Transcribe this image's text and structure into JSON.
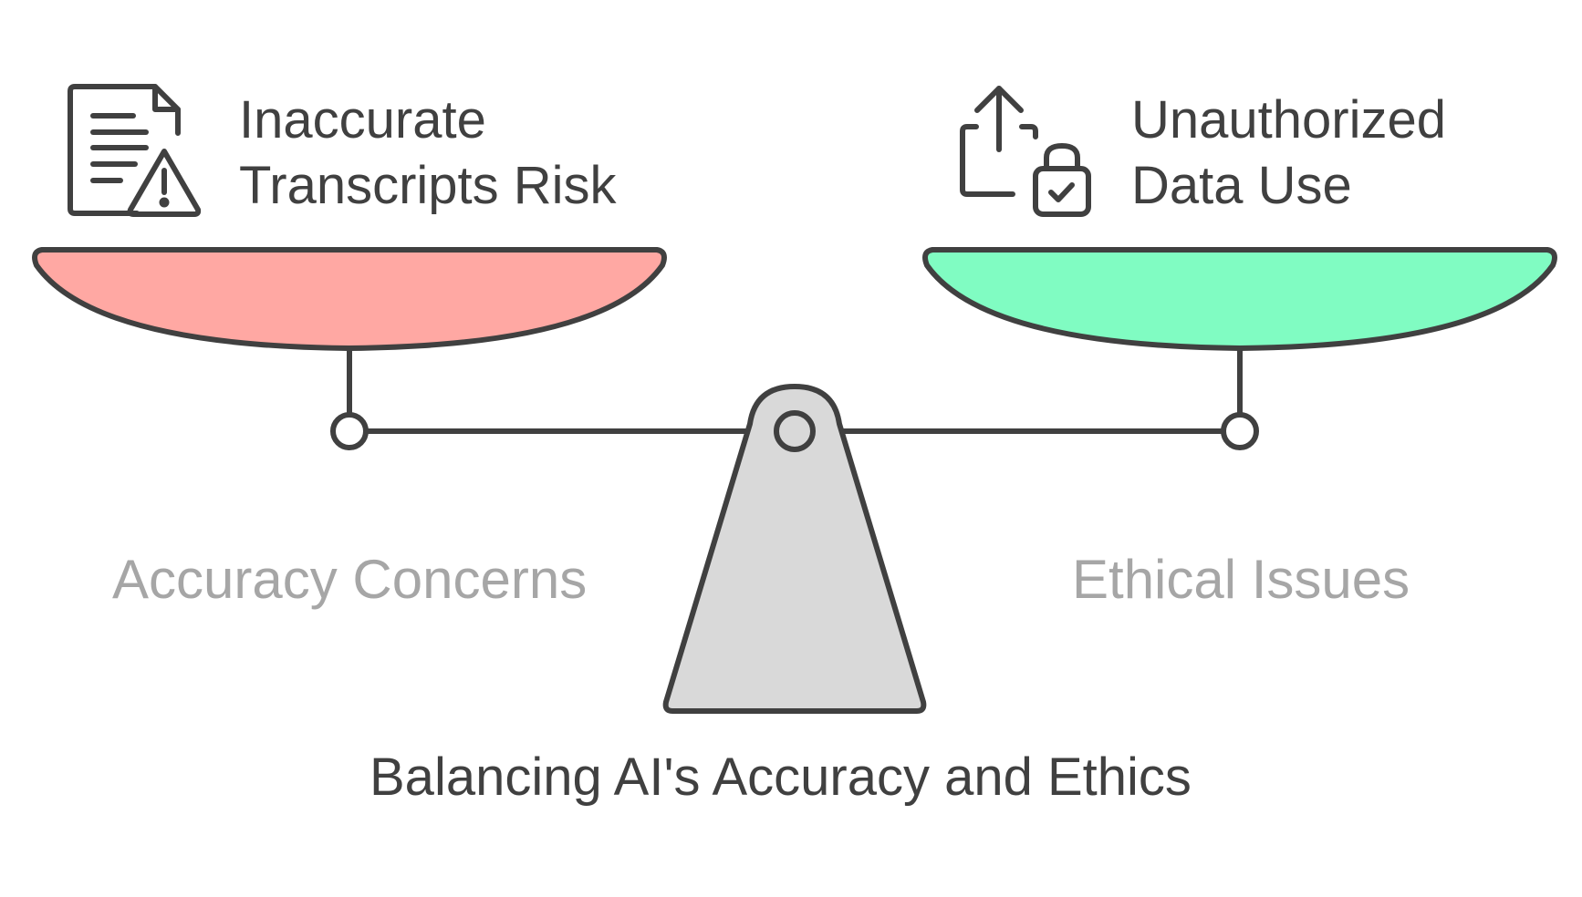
{
  "diagram": {
    "title": "Balancing AI's Accuracy and Ethics",
    "left": {
      "item_line1": "Inaccurate",
      "item_line2": "Transcripts Risk",
      "category": "Accuracy Concerns",
      "icon": "document-warning-icon",
      "pan_color": "#ffa8a3"
    },
    "right": {
      "item_line1": "Unauthorized",
      "item_line2": "Data Use",
      "category": "Ethical Issues",
      "icon": "upload-lock-icon",
      "pan_color": "#80fcc2"
    },
    "stroke_color": "#404040",
    "fulcrum_color": "#d9d9d9",
    "category_text_color": "#a6a6a6"
  }
}
